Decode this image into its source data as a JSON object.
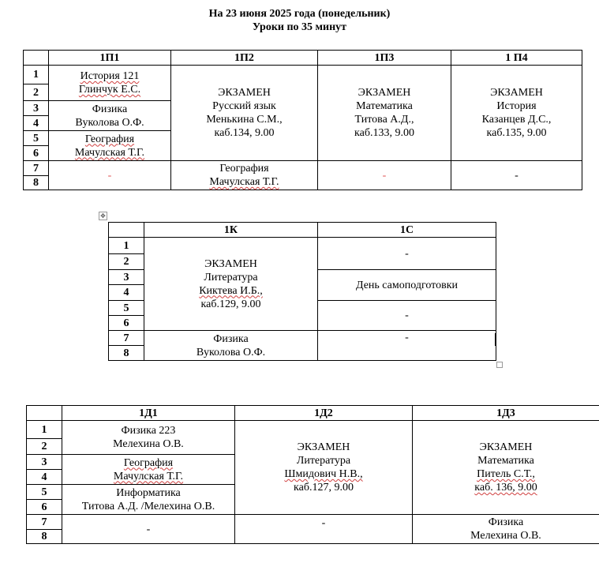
{
  "header": {
    "line1": "На 23 июня 2025 года (понедельник)",
    "line2": "Уроки по 35 минут"
  },
  "table1": {
    "headers": [
      "1П1",
      "1П2",
      "1П3",
      "1 П4"
    ],
    "rows": [
      "1",
      "2",
      "3",
      "4",
      "5",
      "6",
      "7",
      "8"
    ],
    "p1": {
      "a1": "История 121",
      "a2": "Глинчук Е.С.",
      "b1": "Физика",
      "b2": "Вуколова О.Ф.",
      "c1": "География",
      "c2": "Мачулская Т.Г.",
      "d": "-"
    },
    "p2": {
      "l1": "ЭКЗАМЕН",
      "l2": "Русский язык",
      "l3": "Менькина С.М.,",
      "l4": "каб.134, 9.00",
      "b1": "География",
      "b2": "Мачулская Т.Г."
    },
    "p3": {
      "l1": "ЭКЗАМЕН",
      "l2": "Математика",
      "l3": "Титова А.Д.,",
      "l4": "каб.133, 9.00",
      "d": "-"
    },
    "p4": {
      "l1": "ЭКЗАМЕН",
      "l2": "История",
      "l3": "Казанцев Д.С.,",
      "l4": "каб.135, 9.00",
      "d": "-"
    }
  },
  "table2": {
    "headers": [
      "1К",
      "1С"
    ],
    "rows": [
      "1",
      "2",
      "3",
      "4",
      "5",
      "6",
      "7",
      "8"
    ],
    "k": {
      "l1": "ЭКЗАМЕН",
      "l2": "Литература",
      "l3": "Киктева И.Б.,",
      "l4": "каб.129, 9.00",
      "b1": "Физика",
      "b2": "Вуколова О.Ф."
    },
    "s": {
      "a": "-",
      "b": "День самоподготовки",
      "c": "-",
      "d": "-"
    }
  },
  "table3": {
    "headers": [
      "1Д1",
      "1Д2",
      "1Д3"
    ],
    "rows": [
      "1",
      "2",
      "3",
      "4",
      "5",
      "6",
      "7",
      "8"
    ],
    "d1": {
      "a1": "Физика 223",
      "a2": "Мелехина О.В.",
      "b1": "География",
      "b2": "Мачулская Т.Г.",
      "c1": "Информатика",
      "c2": "Титова А.Д. /Мелехина О.В.",
      "d": "-"
    },
    "d2": {
      "l1": "ЭКЗАМЕН",
      "l2": "Литература",
      "l3": "Шмидович Н.В.,",
      "l4": "каб.127, 9.00",
      "d": "-"
    },
    "d3": {
      "l1": "ЭКЗАМЕН",
      "l2": "Математика",
      "l3": "Питель С.Т.,",
      "l4": "каб. 136, 9.00",
      "b1": "Физика",
      "b2": "Мелехина О.В."
    }
  }
}
